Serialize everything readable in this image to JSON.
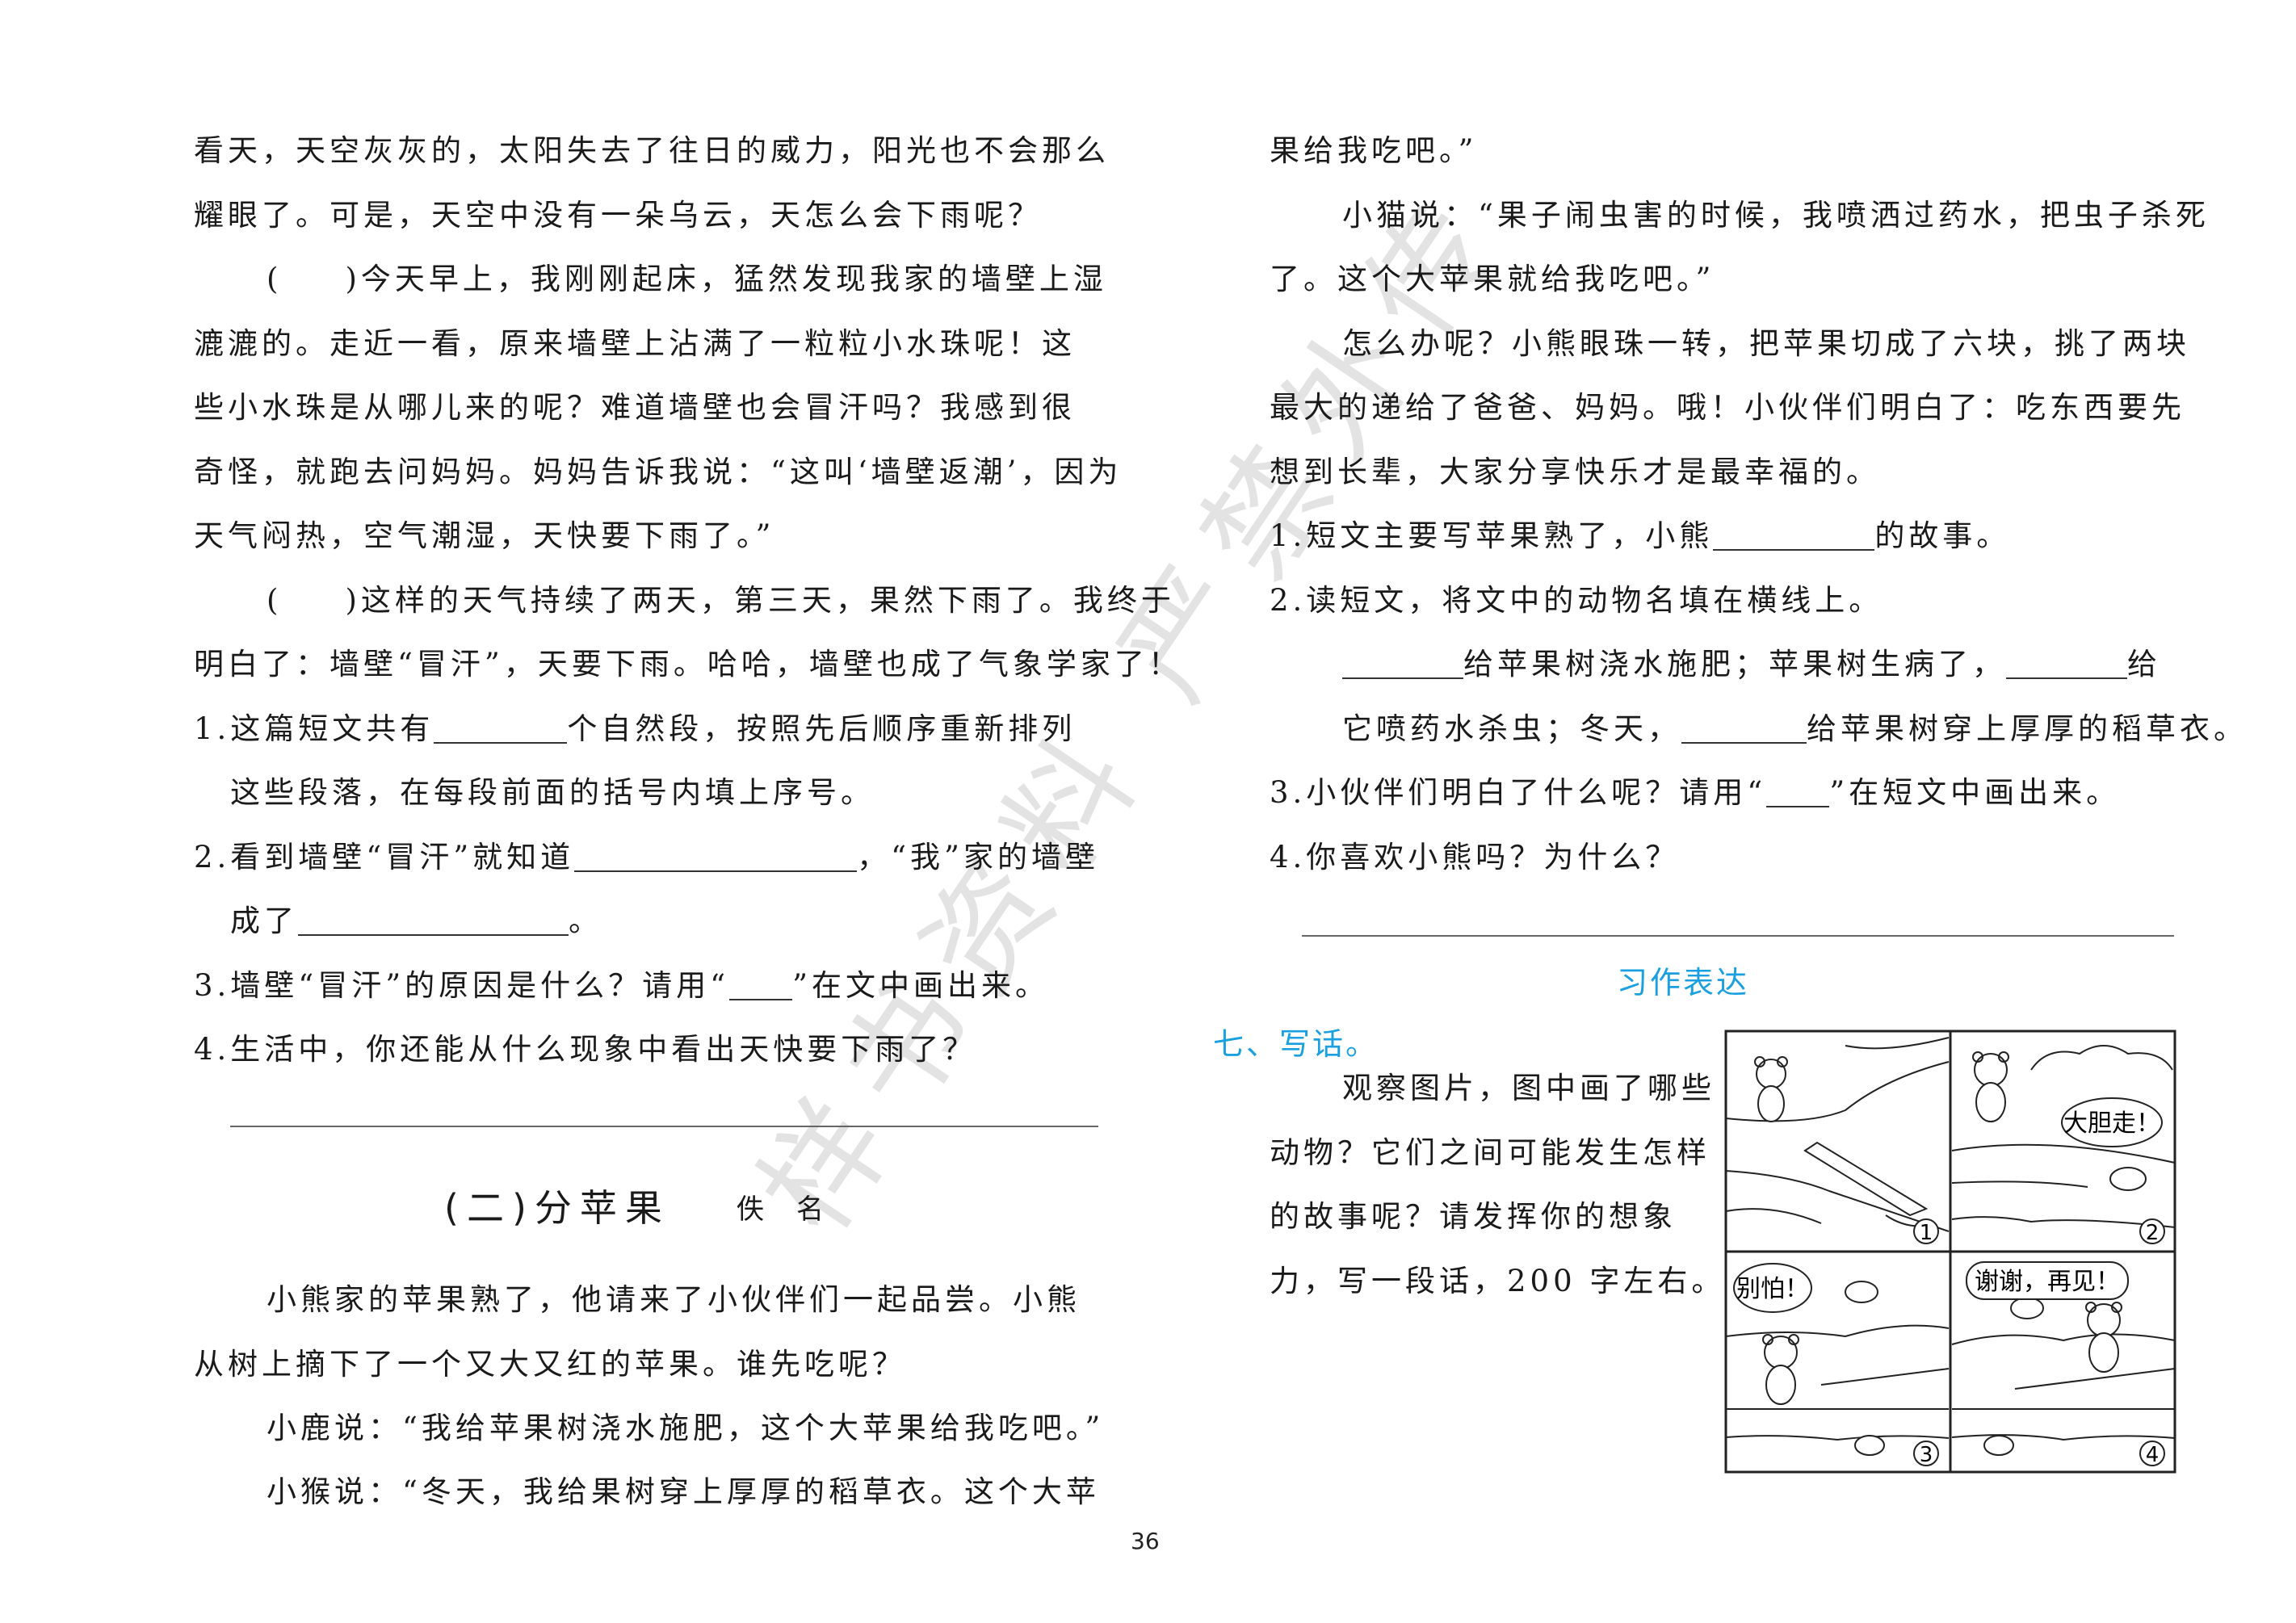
{
  "left": {
    "lines": [
      "看天，天空灰灰的，太阳失去了往日的威力，阳光也不会那么",
      "耀眼了。可是，天空中没有一朵乌云，天怎么会下雨呢？",
      ")今天早上，我刚刚起床，猛然发现我家的墙壁上湿",
      "漉漉的。走近一看，原来墙壁上沾满了一粒粒小水珠呢！这",
      "些小水珠是从哪儿来的呢？难道墙壁也会冒汗吗？我感到很",
      "奇怪，就跑去问妈妈。妈妈告诉我说：“这叫‘墙壁返潮’，因为",
      "天气闷热，空气潮湿，天快要下雨了。”",
      ")这样的天气持续了两天，第三天，果然下雨了。我终于",
      "明白了：墙壁“冒汗”，天要下雨。哈哈，墙壁也成了气象学家了！"
    ],
    "paren_open": "(",
    "q1a": "1.这篇短文共有",
    "q1b": "个自然段，按照先后顺序重新排列",
    "q1c": "这些段落，在每段前面的括号内填上序号。",
    "q2a": "2.看到墙壁“冒汗”就知道",
    "q2b": "，“我”家的墙壁",
    "q2c": "成了",
    "q2d": "。",
    "q3a": "3.墙壁“冒汗”的原因是什么？请用“",
    "q3b": "”在文中画出来。",
    "q4": "4.生活中，你还能从什么现象中看出天快要下雨了？",
    "story_title": "(二)分苹果",
    "story_author": "佚名",
    "story": [
      "小熊家的苹果熟了，他请来了小伙伴们一起品尝。小熊",
      "从树上摘下了一个又大又红的苹果。谁先吃呢？",
      "小鹿说：“我给苹果树浇水施肥，这个大苹果给我吃吧。”",
      "小猴说：“冬天，我给果树穿上厚厚的稻草衣。这个大苹"
    ]
  },
  "right": {
    "story": [
      "果给我吃吧。”",
      "小猫说：“果子闹虫害的时候，我喷洒过药水，把虫子杀死",
      "了。这个大苹果就给我吃吧。”",
      "怎么办呢？小熊眼珠一转，把苹果切成了六块，挑了两块",
      "最大的递给了爸爸、妈妈。哦！小伙伴们明白了：吃东西要先",
      "想到长辈，大家分享快乐才是最幸福的。"
    ],
    "q1a": "1.短文主要写苹果熟了，小熊",
    "q1b": "的故事。",
    "q2": "2.读短文，将文中的动物名填在横线上。",
    "q2l1a": "给苹果树浇水施肥；苹果树生病了，",
    "q2l1b": "给",
    "q2l2a": "它喷药水杀虫；冬天，",
    "q2l2b": "给苹果树穿上厚厚的稻草衣。",
    "q3a": "3.小伙伴们明白了什么呢？请用“",
    "q3b": "”在短文中画出来。",
    "q4": "4.你喜欢小熊吗？为什么？",
    "section_label": "习作表达",
    "task_label": "七、写话。",
    "task": [
      "观察图片，图中画了哪些",
      "动物？它们之间可能发生怎样",
      "的故事呢？请发挥你的想象",
      "力，写一段话，200 字左右。"
    ],
    "comic": {
      "bubble2": "大胆走！",
      "bubble3": "别怕！",
      "bubble4": "谢谢，再见！",
      "n1": "1",
      "n2": "2",
      "n3": "3",
      "n4": "4"
    }
  },
  "watermark": "样书资料 严禁外传",
  "page_number": "36",
  "colors": {
    "accent": "#1aa0e0",
    "text": "#1a1a1a"
  }
}
